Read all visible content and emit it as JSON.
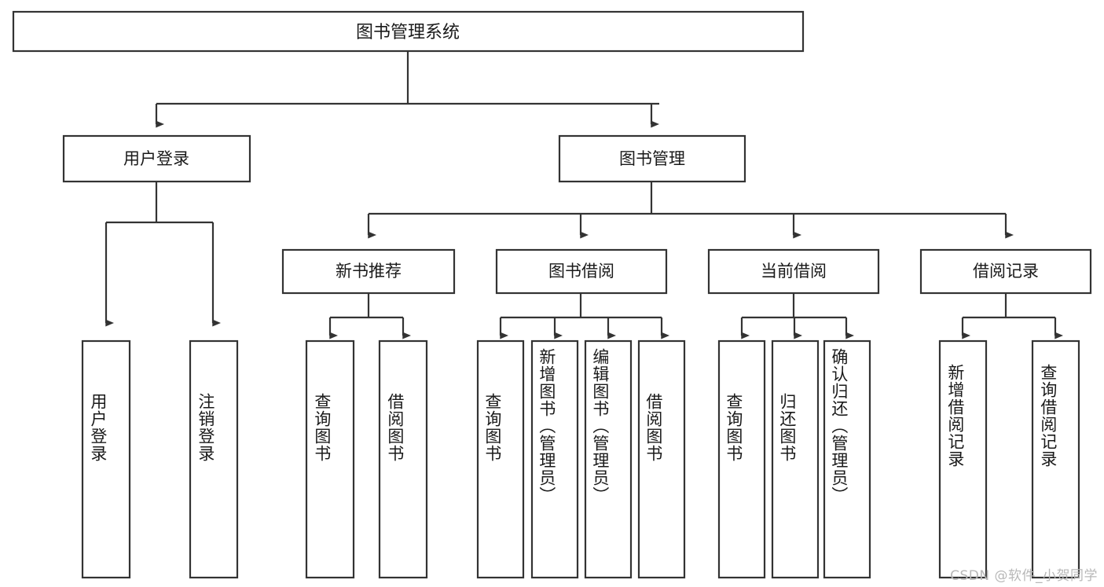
{
  "diagram": {
    "type": "tree-hierarchy",
    "title": "图书管理系统",
    "orientation": "top-down",
    "colors": {
      "box_stroke": "#333333",
      "box_fill": "#ffffff",
      "text": "#1a1a1a",
      "background": "#ffffff",
      "watermark": "#b8b8b8"
    },
    "root": {
      "label": "图书管理系统"
    },
    "level2": [
      {
        "label": "用户登录"
      },
      {
        "label": "图书管理"
      }
    ],
    "level3": [
      {
        "label": "新书推荐"
      },
      {
        "label": "图书借阅"
      },
      {
        "label": "当前借阅"
      },
      {
        "label": "借阅记录"
      }
    ],
    "leaves": {
      "user_login": [
        {
          "label": "用户登录"
        },
        {
          "label": "注销登录"
        }
      ],
      "new_book_recommend": [
        {
          "label": "查询图书"
        },
        {
          "label": "借阅图书"
        }
      ],
      "book_borrow": [
        {
          "label": "查询图书"
        },
        {
          "label": "新增图书（管理员）"
        },
        {
          "label": "编辑图书（管理员）"
        },
        {
          "label": "借阅图书"
        }
      ],
      "current_borrow": [
        {
          "label": "查询图书"
        },
        {
          "label": "归还图书"
        },
        {
          "label": "确认归还（管理员）"
        }
      ],
      "borrow_record": [
        {
          "label": "新增借阅记录"
        },
        {
          "label": "查询借阅记录"
        }
      ]
    }
  },
  "watermark": {
    "text": "CSDN @软件_小贺同学"
  }
}
